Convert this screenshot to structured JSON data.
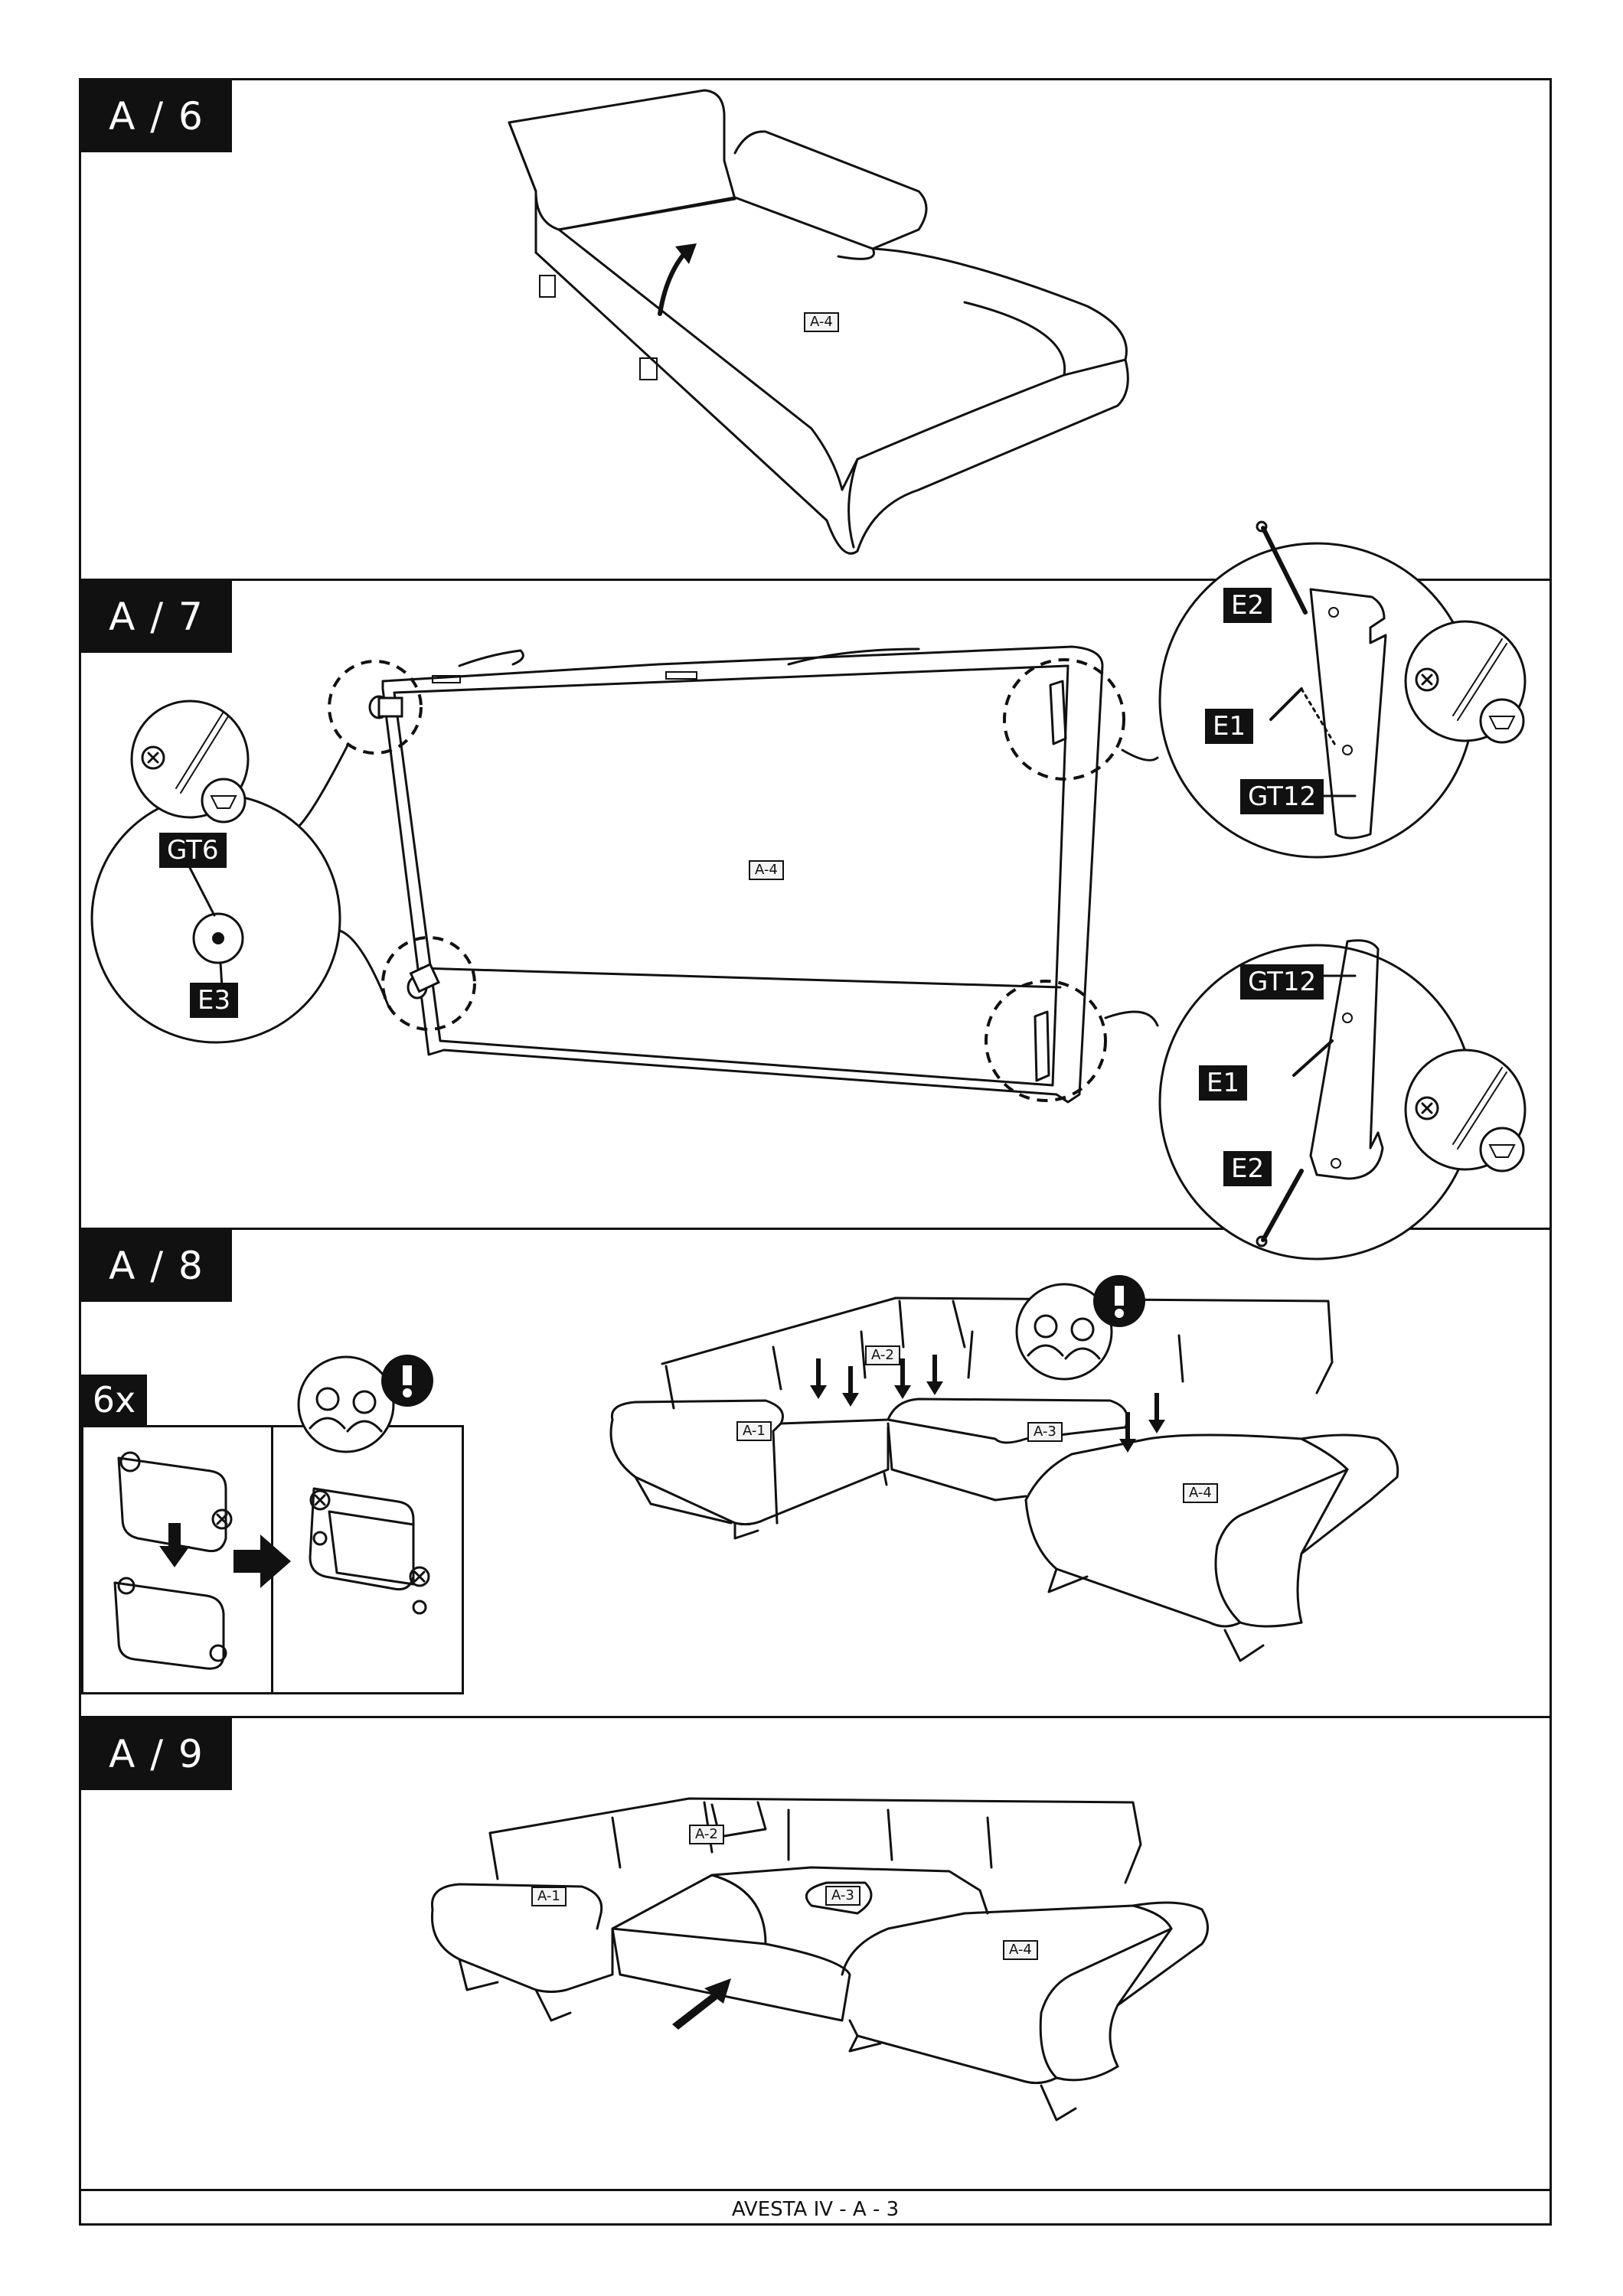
{
  "steps": {
    "a6": "A / 6",
    "a7": "A / 7",
    "a8": "A / 8",
    "a9": "A / 9"
  },
  "quantity_badge": "6x",
  "parts": {
    "e1": "E1",
    "e2": "E2",
    "e3": "E3",
    "gt6": "GT6",
    "gt12": "GT12"
  },
  "module_tags": {
    "a1": "A-1",
    "a2": "A-2",
    "a3": "A-3",
    "a4": "A-4"
  },
  "footer": "AVESTA IV - A - 3"
}
